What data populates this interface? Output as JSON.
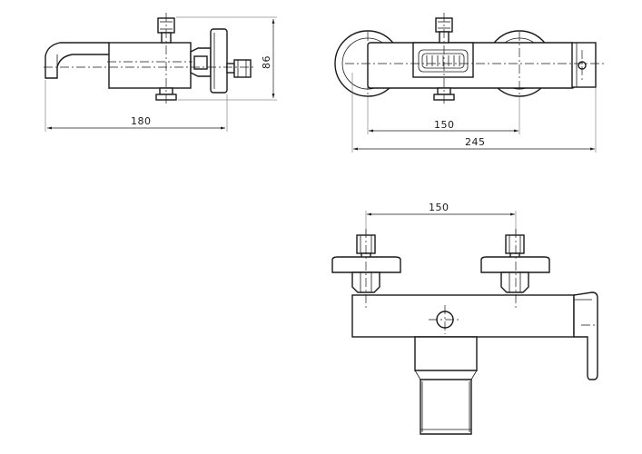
{
  "dimensions": {
    "side_width": "180",
    "side_height": "86",
    "top_centers": "150",
    "top_total": "245",
    "front_centers": "150"
  },
  "colors": {
    "line": "#1a1a1a",
    "background": "#ffffff"
  }
}
